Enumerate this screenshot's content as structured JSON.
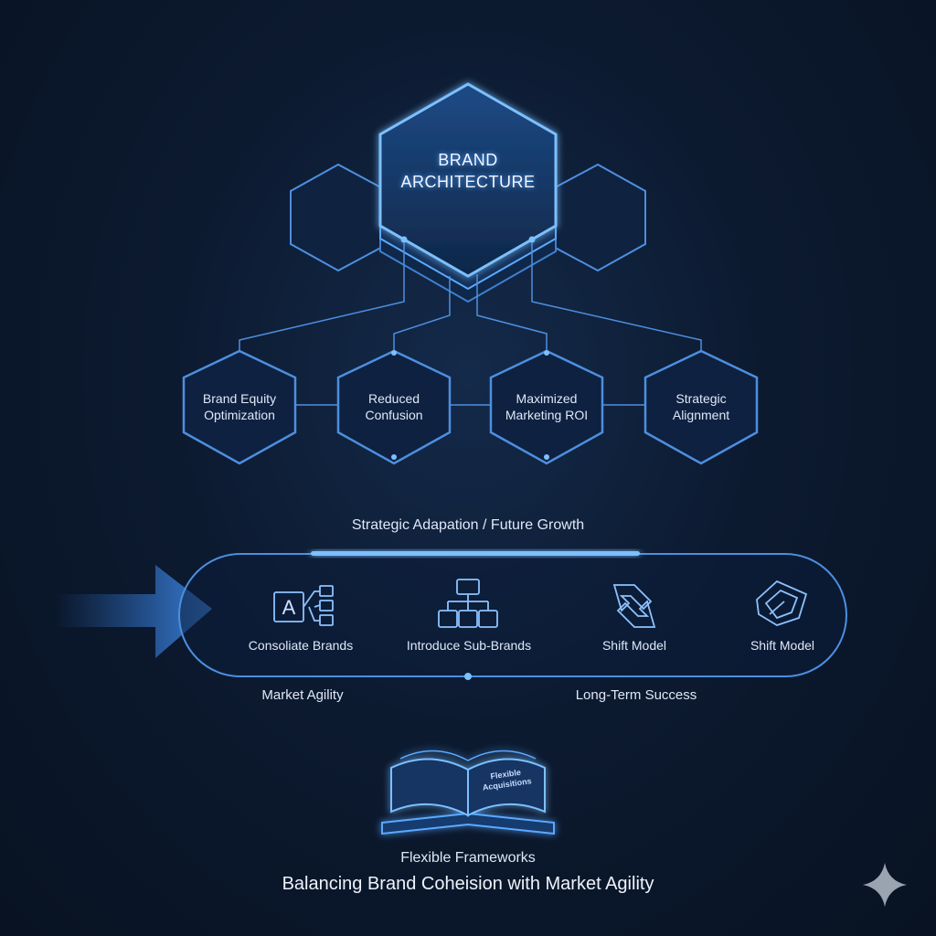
{
  "hero": {
    "line1": "BRAND",
    "line2": "ARCHITECTURE"
  },
  "benefits": [
    {
      "line1": "Brand Equity",
      "line2": "Optimization"
    },
    {
      "line1": "Reduced",
      "line2": "Confusion"
    },
    {
      "line1": "Maximized",
      "line2": "Marketing ROI"
    },
    {
      "line1": "Strategic",
      "line2": "Alignment"
    }
  ],
  "flow": {
    "title": "Strategic Adapation / Future Growth",
    "steps": [
      {
        "label": "Consoliate Brands",
        "icon": "brand-letter-icon",
        "glyph": "A"
      },
      {
        "label": "Introduce Sub-Brands",
        "icon": "hierarchy-icon"
      },
      {
        "label": "Shift Model",
        "icon": "swap-arrows-icon"
      },
      {
        "label": "Shift Model",
        "icon": "layered-shape-icon"
      }
    ],
    "under_left": "Market Agility",
    "under_right": "Long-Term Success"
  },
  "book": {
    "line1": "Flexible",
    "line2": "Acquisitions"
  },
  "book_caption": "Flexible Frameworks",
  "main_caption": "Balancing Brand Coheision with Market Agility",
  "colors": {
    "accent": "#5aa9ff",
    "stroke": "#4d8fe0",
    "background": "#0c1a30"
  }
}
